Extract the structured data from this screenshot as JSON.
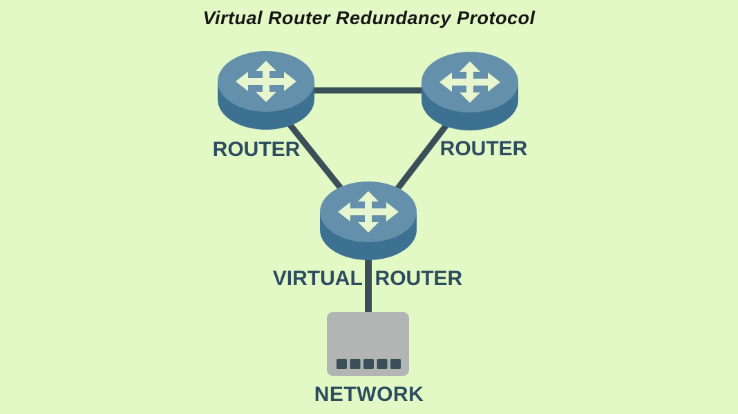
{
  "title": "Virtual Router Redundancy Protocol",
  "colors": {
    "background": "#e2f9c6",
    "title_text": "#161616",
    "label_text": "#2d4c5f",
    "connection_line": "#3a4f58",
    "router_top": "#6590ab",
    "router_side": "#3d7191",
    "router_arrows": "#e7f6ce",
    "network_box": "#b2b5b4",
    "network_ports": "#3a4f58"
  },
  "diagram": {
    "nodes": [
      {
        "id": "router-left",
        "type": "router",
        "icon": "router-icon",
        "label": "ROUTER"
      },
      {
        "id": "router-right",
        "type": "router",
        "icon": "router-icon",
        "label": "ROUTER"
      },
      {
        "id": "virtual-router",
        "type": "router",
        "icon": "router-icon",
        "label": "VIRTUAL ROUTER"
      },
      {
        "id": "network",
        "type": "network",
        "icon": "network-switch-icon",
        "label": "NETWORK"
      }
    ],
    "connections": [
      {
        "from": "router-left",
        "to": "router-right"
      },
      {
        "from": "router-left",
        "to": "virtual-router"
      },
      {
        "from": "router-right",
        "to": "virtual-router"
      },
      {
        "from": "virtual-router",
        "to": "network"
      }
    ]
  }
}
